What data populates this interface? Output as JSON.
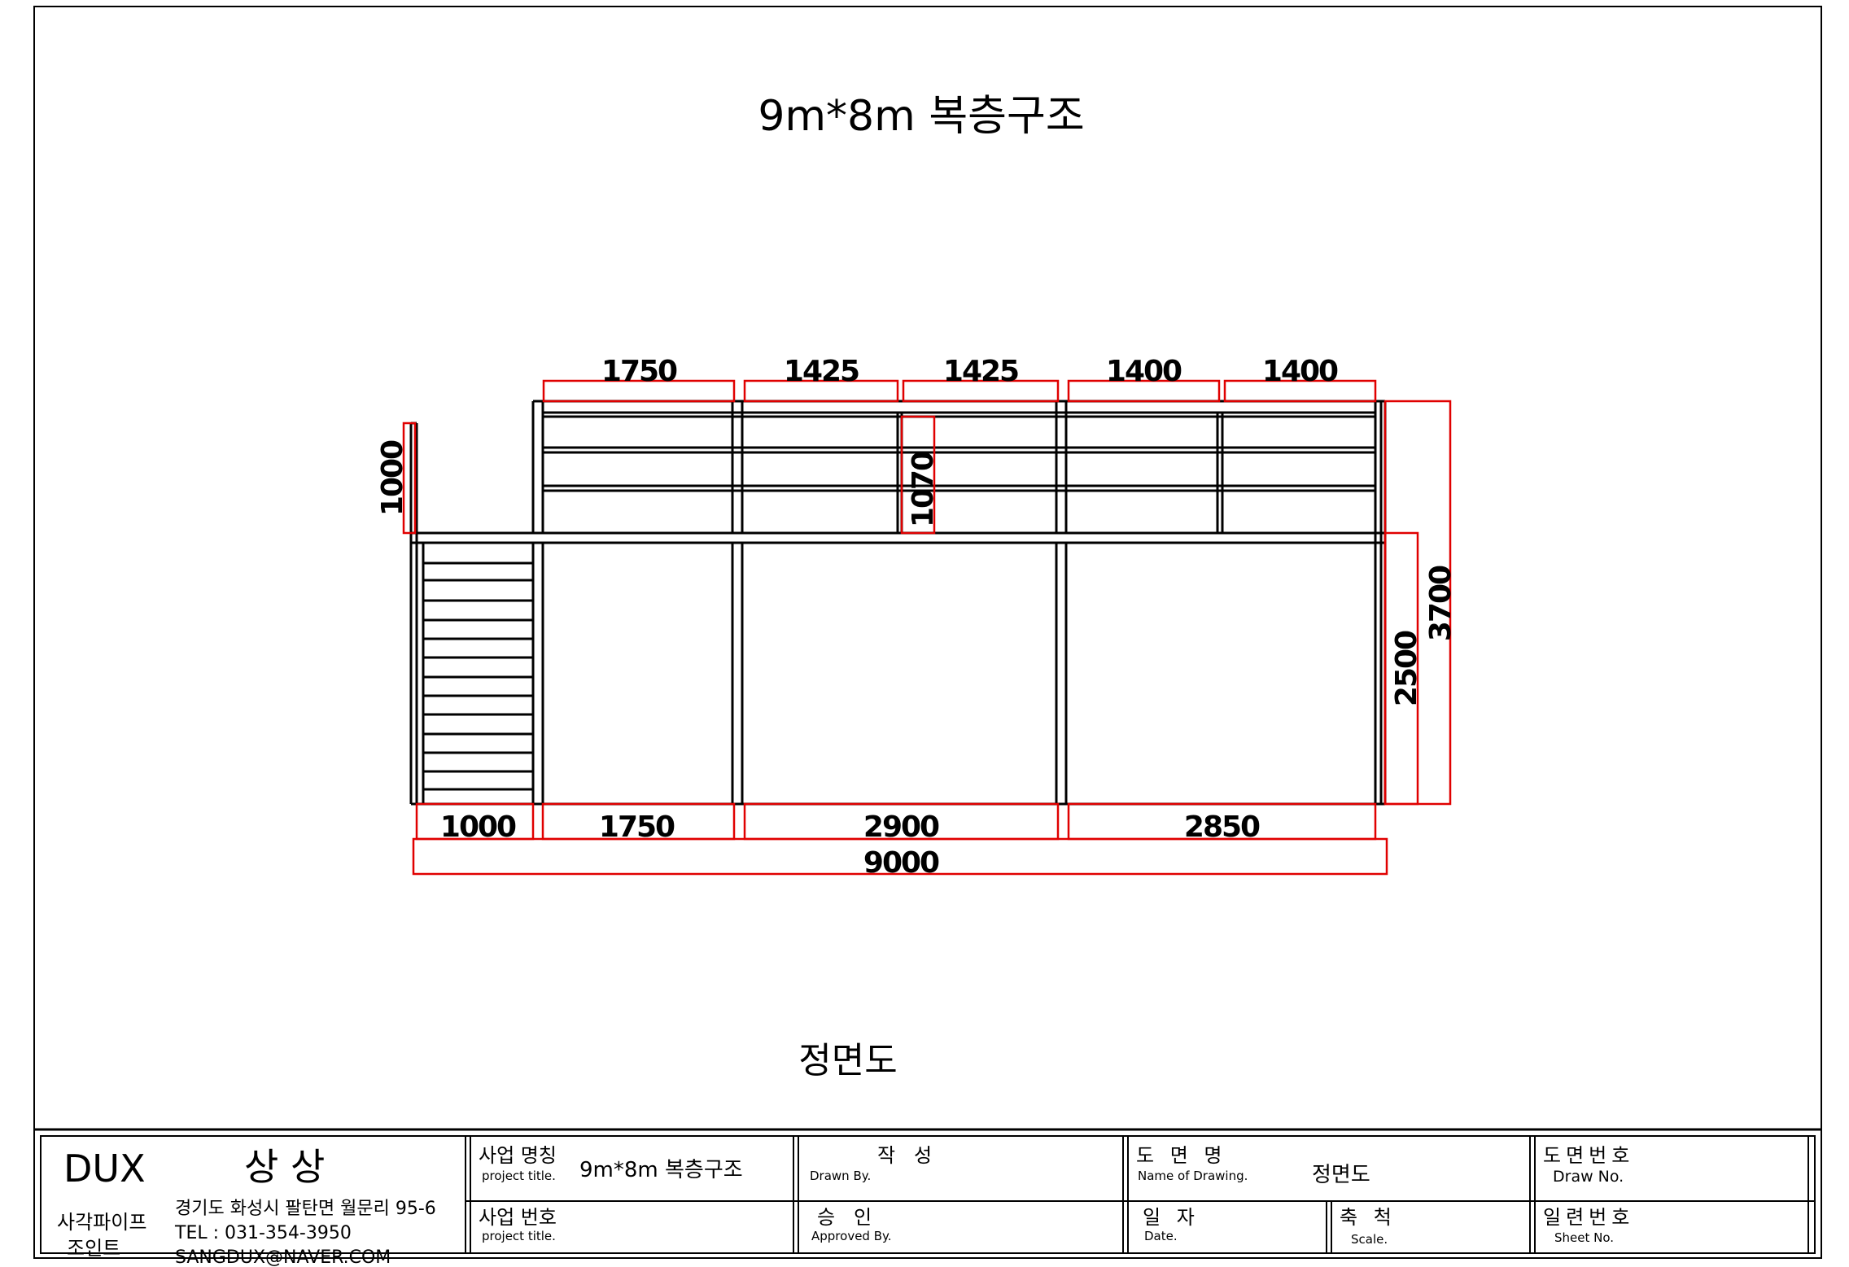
{
  "drawing": {
    "title": "9m*8m 복층구조",
    "view_name": "정면도",
    "top_dims": [
      "1750",
      "1425",
      "1425",
      "1400",
      "1400"
    ],
    "bottom_dims": [
      "1000",
      "1750",
      "2900",
      "2850"
    ],
    "total_dim": "9000",
    "left_rail_dim": "1000",
    "center_rail_dim": "1070",
    "lower_height_dim": "2500",
    "total_height_dim": "3700",
    "line_color": "#000000",
    "dimension_color": "#e00000"
  },
  "title_block": {
    "company_brand": "DUX",
    "company_name": "상 상",
    "company_line1": "사각파이프",
    "company_line2": "조인트",
    "address": "경기도 화성시 팔탄면 월문리 95-6",
    "tel": "TEL : 031-354-3950",
    "email": "SANGDUX@NAVER.COM",
    "project_name_label": "사업 명칭",
    "project_name_sub": "project title.",
    "project_name_value": "9m*8m 복층구조",
    "project_no_label": "사업 번호",
    "project_no_sub": "project title.",
    "drawn_label": "작   성",
    "drawn_sub": "Drawn By.",
    "approved_label": "승   인",
    "approved_sub": "Approved By.",
    "drawing_name_label": "도 면 명",
    "drawing_name_sub": "Name of Drawing.",
    "drawing_name_value": "정면도",
    "date_label": "일 자",
    "date_sub": "Date.",
    "scale_label": "축 척",
    "scale_sub": "Scale.",
    "draw_no_label": "도면번호",
    "draw_no_sub": "Draw No.",
    "sheet_no_label": "일련번호",
    "sheet_no_sub": "Sheet No."
  }
}
